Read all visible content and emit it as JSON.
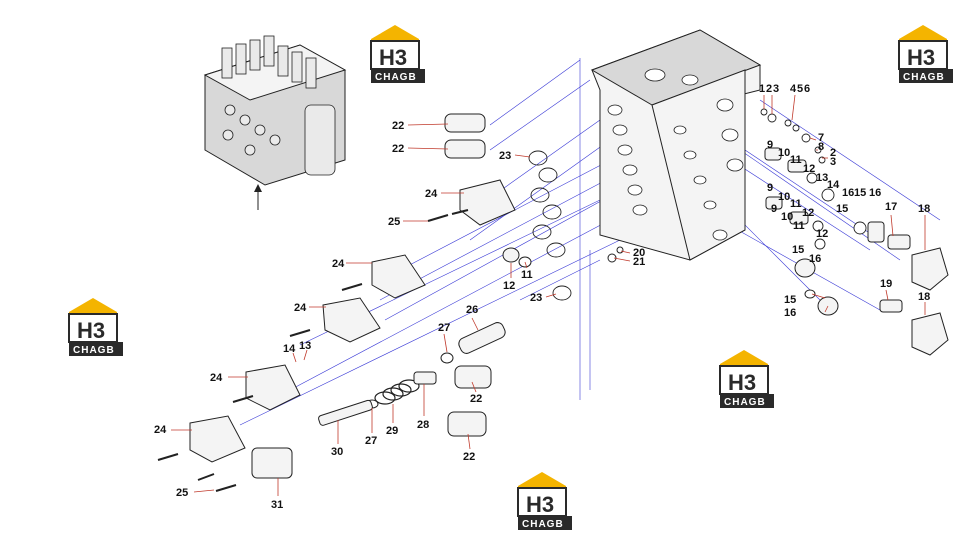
{
  "logo": {
    "mark": "H3",
    "caption": "CHAGB"
  },
  "callouts": [
    "1",
    "2",
    "3",
    "4",
    "5",
    "6",
    "7",
    "8",
    "9",
    "10",
    "11",
    "12",
    "13",
    "14",
    "15",
    "16",
    "17",
    "18",
    "19",
    "20",
    "21",
    "22",
    "23",
    "24",
    "25",
    "26",
    "27",
    "28",
    "29",
    "30",
    "31"
  ],
  "colors": {
    "projection_lines": "#3a3ad6",
    "leader_lines": "#c0392b",
    "logo_accent": "#f4b400",
    "logo_dark": "#2a2a2a"
  }
}
